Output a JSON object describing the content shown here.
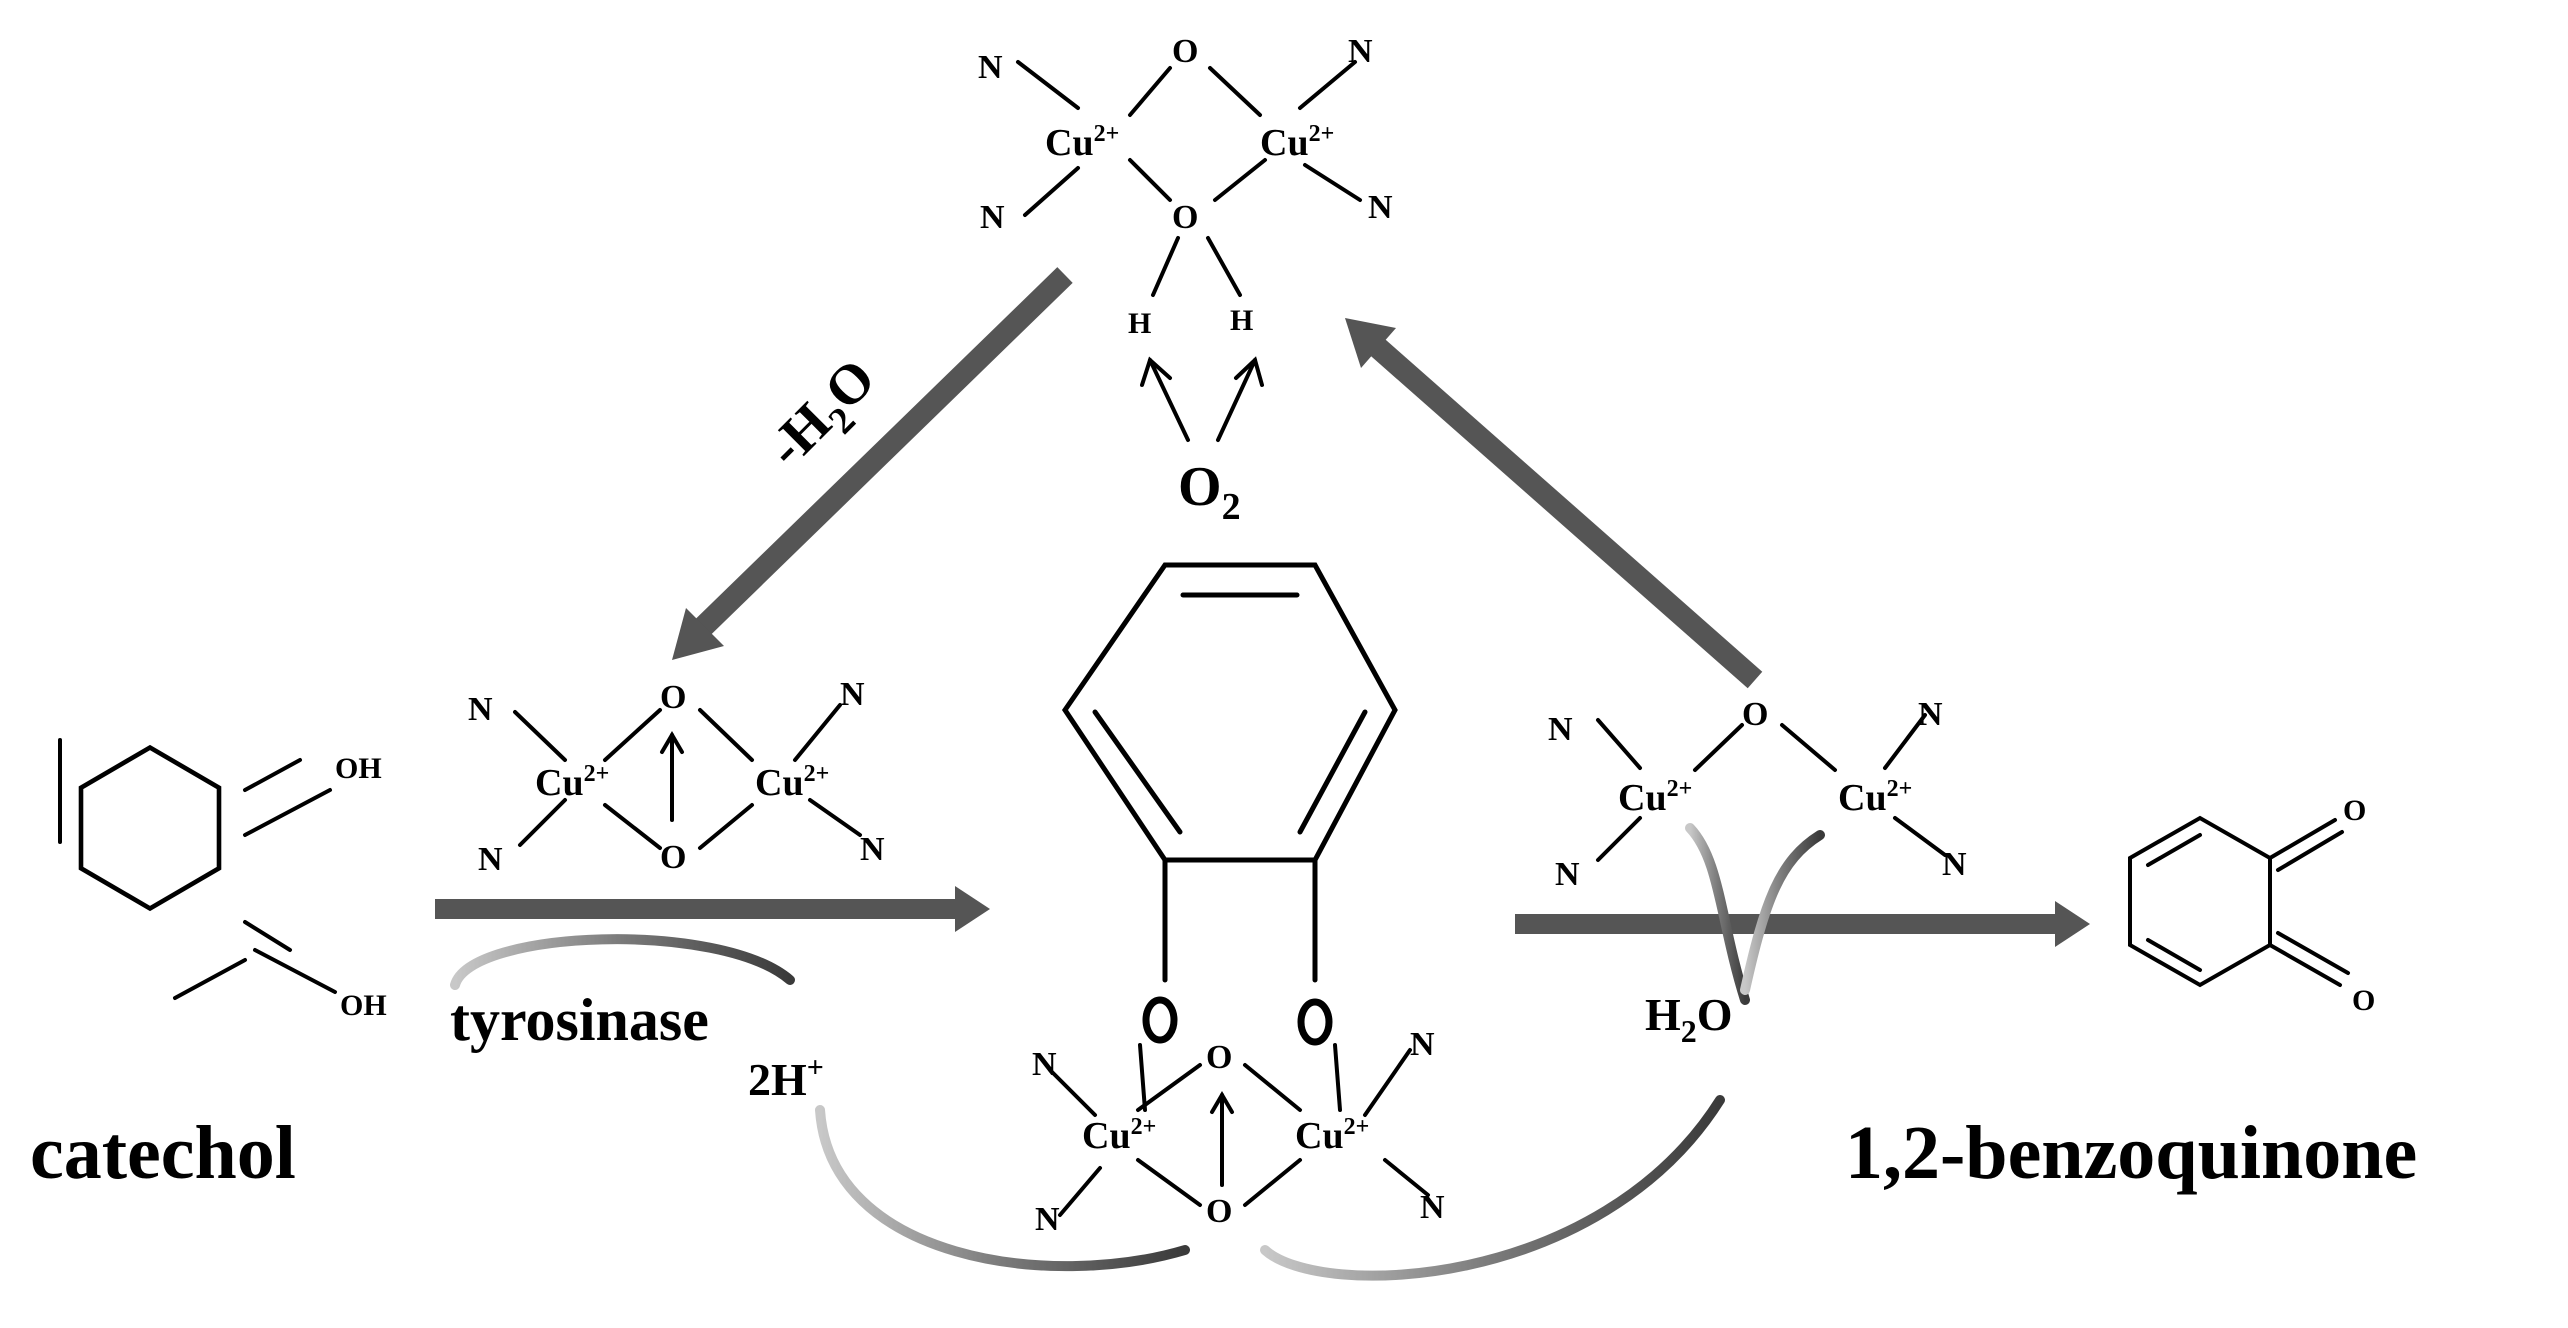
{
  "labels": {
    "catechol": "catechol",
    "benzoquinone": "1,2-benzoquinone",
    "tyrosinase": "tyrosinase",
    "minus_water": "-H",
    "minus_water_sub": "2",
    "minus_water_tail": "O",
    "oxygen": "O",
    "oxygen_sub": "2",
    "two_h_plus": "2H",
    "two_h_plus_sup": "+",
    "water_in": "H",
    "water_in_sub": "2",
    "water_in_tail": "O"
  },
  "atoms": {
    "copper": "Cu",
    "copper_charge": "2+",
    "nitrogen": "N",
    "oxygen": "O",
    "hydrogen": "H",
    "hydroxyl": "OH"
  },
  "colors": {
    "arrow": "#555555",
    "curved_arrow": "#9a9a9a",
    "text": "#000000"
  }
}
